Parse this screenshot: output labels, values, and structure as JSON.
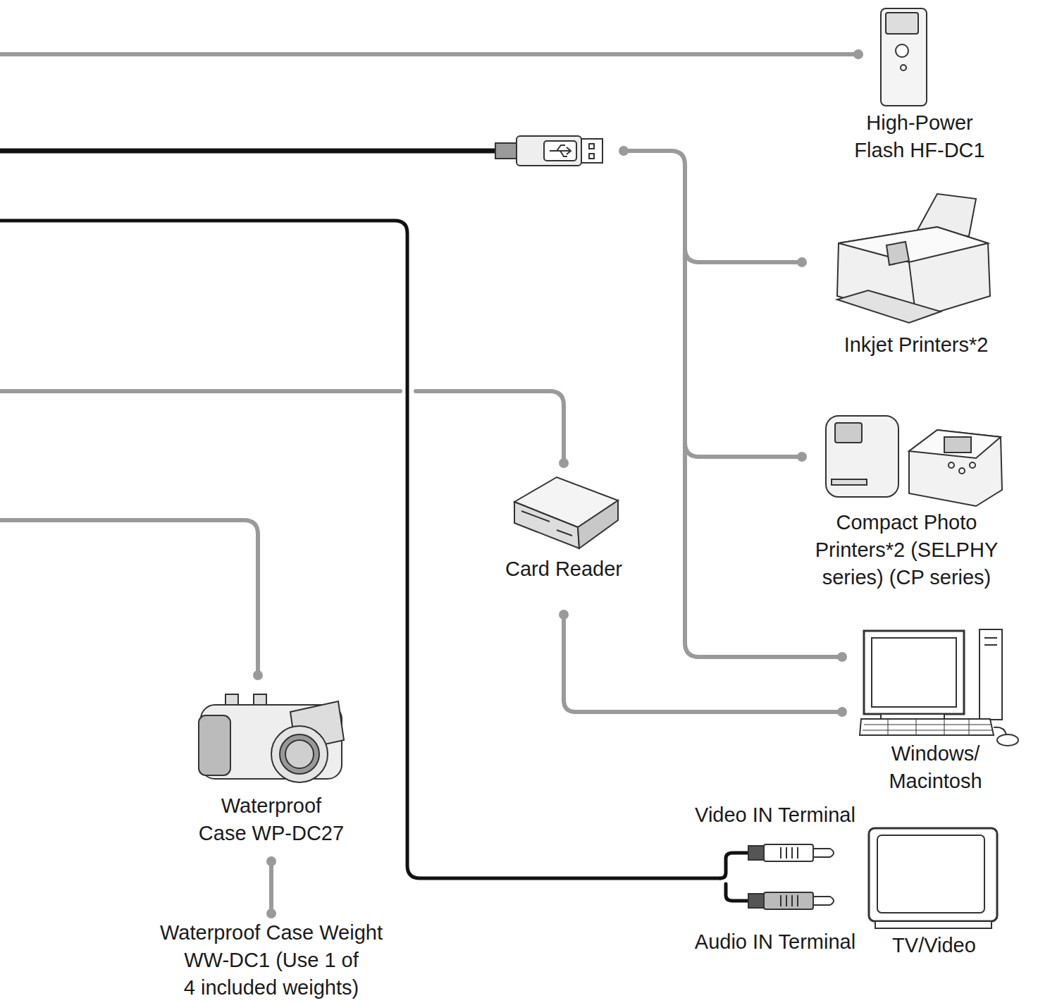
{
  "diagram": {
    "nodes": [
      {
        "text": [
          "High-Power Flash HF-DC1"
        ]
      },
      {
        "text": [
          "Inkjet Printers*2"
        ]
      },
      {
        "text": [
          "Compact Photo Printers*2 (SELPHY series) (CP series)"
        ]
      },
      {
        "text": [
          "Card Reader"
        ]
      },
      {
        "text": [
          "Windows/ Macintosh"
        ]
      },
      {
        "text": [
          "Waterproof Case WP-DC27"
        ]
      },
      {
        "text": [
          "TV/Video"
        ]
      },
      {
        "text": [
          "Waterproof Case Weight WW-DC1 (Use 1 of 4 included weights)"
        ]
      }
    ],
    "edges": [
      {
        "from": 3,
        "to": 4,
        "arrow": "none"
      },
      {
        "from": 5,
        "to": 7,
        "arrow": "none"
      }
    ],
    "labels": [
      "Video IN Terminal",
      "Audio IN Terminal"
    ]
  }
}
